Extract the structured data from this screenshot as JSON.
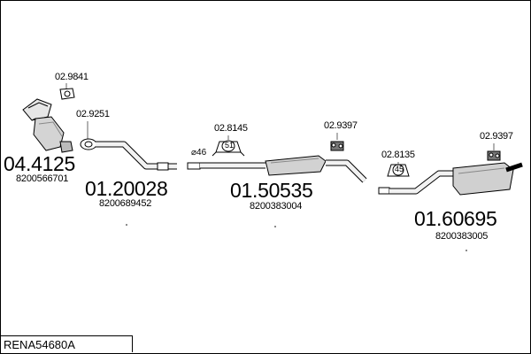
{
  "title": "RENA54680A",
  "parts": {
    "catalyst": {
      "code": "04.4125",
      "oe": "8200566701"
    },
    "front_pipe": {
      "code": "01.20028",
      "oe": "8200689452"
    },
    "center_silencer": {
      "code": "01.50535",
      "oe": "8200383004"
    },
    "rear_silencer": {
      "code": "01.60695",
      "oe": "8200383005"
    }
  },
  "fittings": {
    "gasket_cat": "02.9841",
    "gasket_flange": "02.9251",
    "clamp_center": "02.8145",
    "hanger_center": "02.9397",
    "clamp_rear": "02.8135",
    "hanger_rear": "02.9397"
  },
  "diameter_label": "⌀46",
  "clamp_center_size": "51",
  "clamp_rear_size": "45"
}
